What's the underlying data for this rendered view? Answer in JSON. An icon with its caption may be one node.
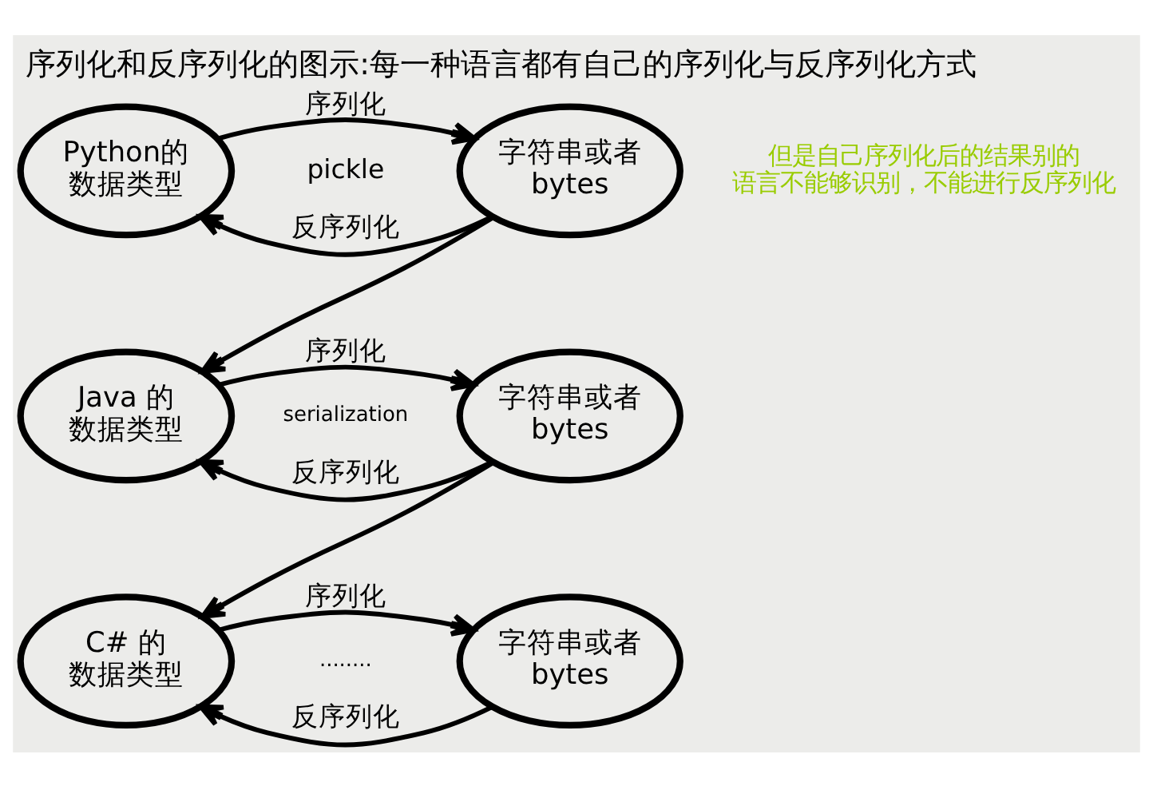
{
  "diagram": {
    "title": "序列化和反序列化的图示:每一种语言都有自己的序列化与反序列化方式",
    "nodes": [
      {
        "text": [
          "Python的数据类型"
        ]
      },
      {
        "text": [
          "字符串或者bytes"
        ]
      },
      {
        "text": [
          "Java 的数据类型"
        ]
      },
      {
        "text": [
          "字符串或者bytes"
        ]
      },
      {
        "text": [
          "C# 的数据类型"
        ]
      },
      {
        "text": [
          "字符串或者bytes"
        ]
      }
    ],
    "edges": [
      {
        "from": 0,
        "to": 1,
        "arrow": "to",
        "label": "序列化"
      },
      {
        "from": 1,
        "to": 0,
        "arrow": "to",
        "label": "反序列化"
      },
      {
        "from": 1,
        "to": 2,
        "arrow": "to"
      },
      {
        "from": 2,
        "to": 3,
        "arrow": "to",
        "label": "序列化"
      },
      {
        "from": 3,
        "to": 2,
        "arrow": "to",
        "label": "反序列化"
      },
      {
        "from": 3,
        "to": 4,
        "arrow": "to"
      },
      {
        "from": 4,
        "to": 5,
        "arrow": "to",
        "label": "序列化"
      },
      {
        "from": 5,
        "to": 4,
        "arrow": "to",
        "label": "反序列化"
      }
    ],
    "labels": [
      "pickle",
      "serialization",
      "........",
      "但是自己序列化后的结果别的语言不能够识别，不能进行反序列化"
    ]
  }
}
